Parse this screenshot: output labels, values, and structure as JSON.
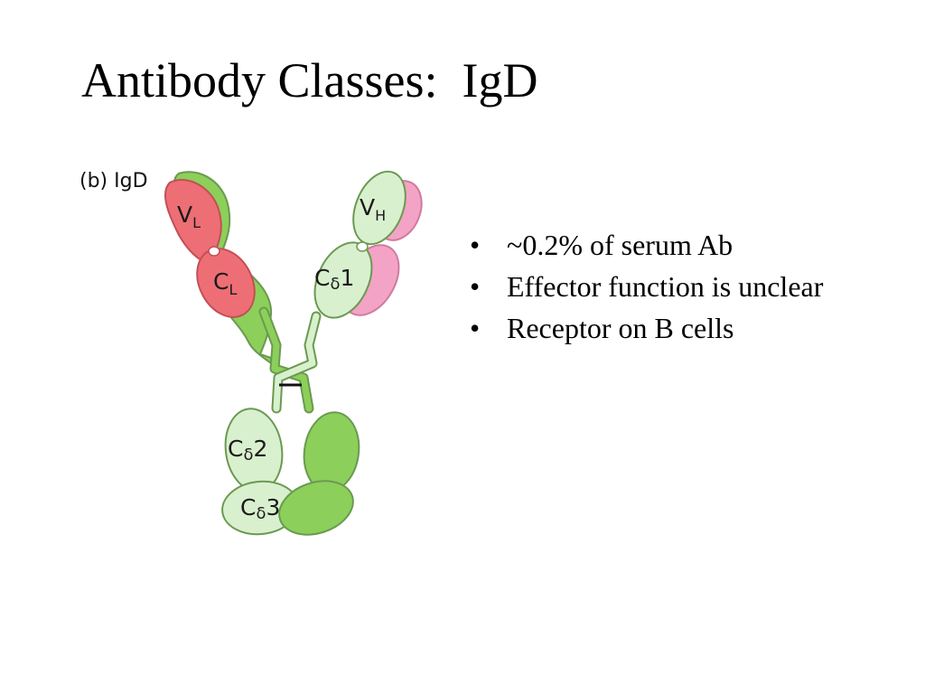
{
  "slide": {
    "title": "Antibody Classes:  IgD"
  },
  "figure": {
    "panel_label": "(b) IgD",
    "colors": {
      "light_chain": "#ed6f75",
      "heavy_chain_green": "#8ccf5a",
      "heavy_chain_pale": "#d9f0cf",
      "light_chain_pink": "#f3a3c6",
      "outline": "#6a9a50",
      "disulfide": "#111111"
    },
    "domains": {
      "vl": {
        "main": "V",
        "sub": "L"
      },
      "cl": {
        "main": "C",
        "sub": "L"
      },
      "vh": {
        "main": "V",
        "sub": "H"
      },
      "cd1": {
        "main": "C",
        "sub": "δ",
        "suffix": "1"
      },
      "cd2": {
        "main": "C",
        "sub": "δ",
        "suffix": "2"
      },
      "cd3": {
        "main": "C",
        "sub": "δ",
        "suffix": "3"
      }
    }
  },
  "bullets": {
    "mark": "•",
    "items": [
      "~0.2% of serum Ab",
      "Effector function is unclear",
      "Receptor on B cells"
    ]
  }
}
